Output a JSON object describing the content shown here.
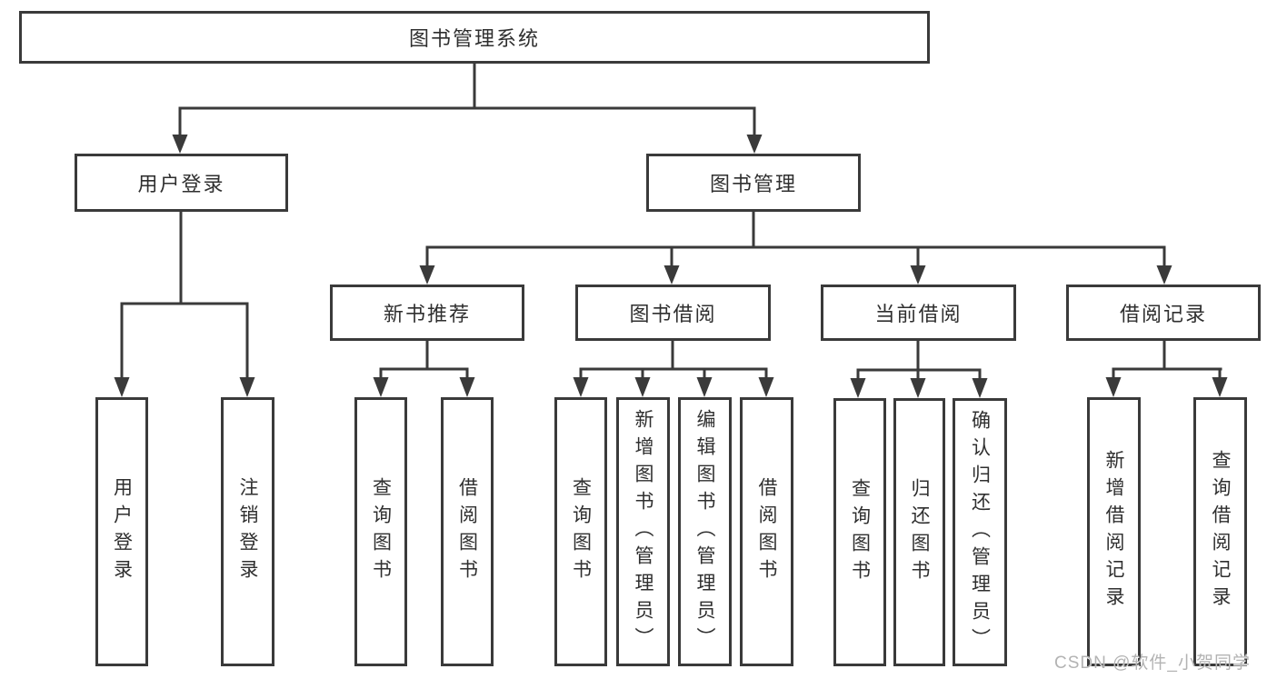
{
  "diagram": {
    "title": "图书管理系统",
    "watermark": "CSDN @软件_小贺同学",
    "colors": {
      "line": "#3a3a3a",
      "text": "#2f2f2f",
      "background": "#ffffff",
      "watermark": "#b3b3b3"
    },
    "nodes": {
      "root": "图书管理系统",
      "user_login": "用户登录",
      "book_mgmt": "图书管理",
      "new_book_rec": "新书推荐",
      "book_borrow": "图书借阅",
      "current_borrow": "当前借阅",
      "borrow_record": "借阅记录",
      "ul_login": "用户登录",
      "ul_logout": "注销登录",
      "nb_query": "查询图书",
      "nb_borrow": "借阅图书",
      "bb_query": "查询图书",
      "bb_add": "新增图书（管理员）",
      "bb_edit": "编辑图书（管理员）",
      "bb_borrow": "借阅图书",
      "cb_query": "查询图书",
      "cb_return": "归还图书",
      "cb_confirm": "确认归还（管理员）",
      "br_add": "新增借阅记录",
      "br_query": "查询借阅记录"
    },
    "hierarchy": {
      "root_children": [
        "用户登录",
        "图书管理"
      ],
      "user_login_children": [
        "用户登录",
        "注销登录"
      ],
      "book_mgmt_children": [
        "新书推荐",
        "图书借阅",
        "当前借阅",
        "借阅记录"
      ],
      "new_book_rec_children": [
        "查询图书",
        "借阅图书"
      ],
      "book_borrow_children": [
        "查询图书",
        "新增图书（管理员）",
        "编辑图书（管理员）",
        "借阅图书"
      ],
      "current_borrow_children": [
        "查询图书",
        "归还图书",
        "确认归还（管理员）"
      ],
      "borrow_record_children": [
        "新增借阅记录",
        "查询借阅记录"
      ]
    }
  }
}
